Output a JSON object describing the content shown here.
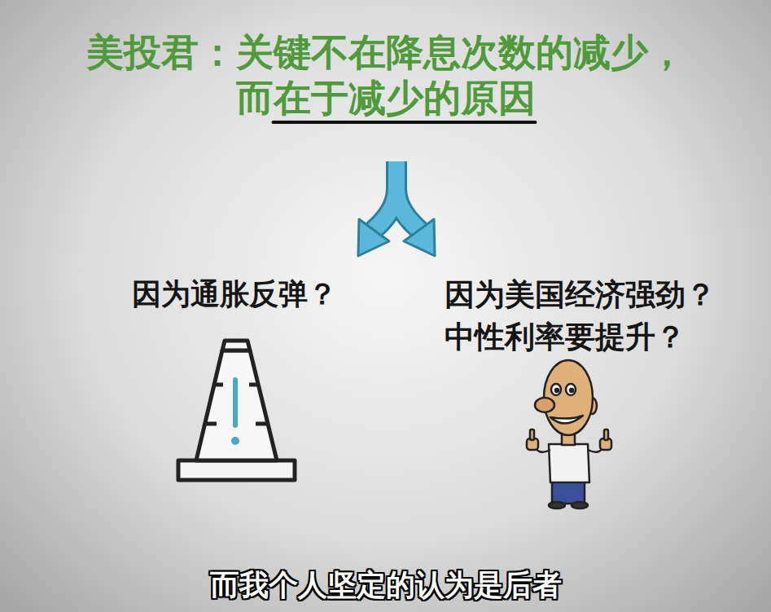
{
  "diagram": {
    "title": "美投君：关键不在降息次数的减少， 而在于减少的原因",
    "caption": "而我个人坚定的认为是后者",
    "labels": [
      "因为通胀反弹？",
      "因为美国经济强劲？ 中性利率要提升？"
    ]
  }
}
